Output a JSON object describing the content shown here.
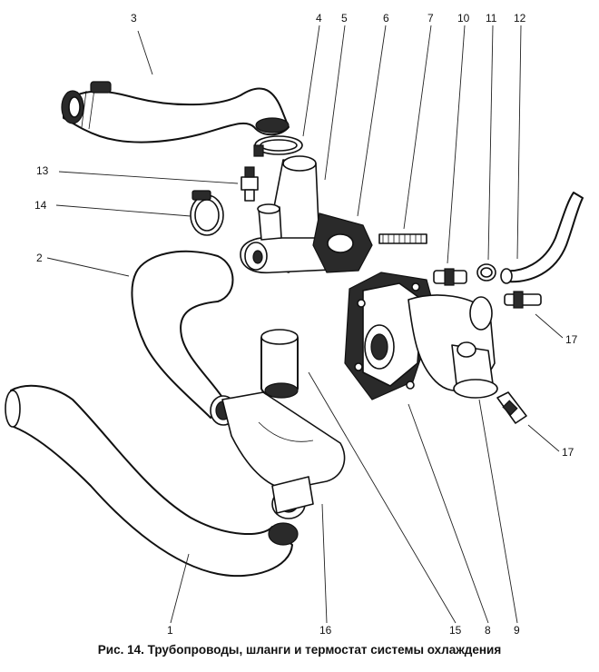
{
  "caption": "Рис. 14. Трубопроводы, шланги и термостат системы охлаждения",
  "callouts": {
    "c1": "1",
    "c2": "2",
    "c3": "3",
    "c4": "4",
    "c5": "5",
    "c6": "6",
    "c7": "7",
    "c8": "8",
    "c9": "9",
    "c10": "10",
    "c11": "11",
    "c12": "12",
    "c13": "13",
    "c14": "14",
    "c15": "15",
    "c16": "16",
    "c17a": "17",
    "c17b": "17"
  }
}
